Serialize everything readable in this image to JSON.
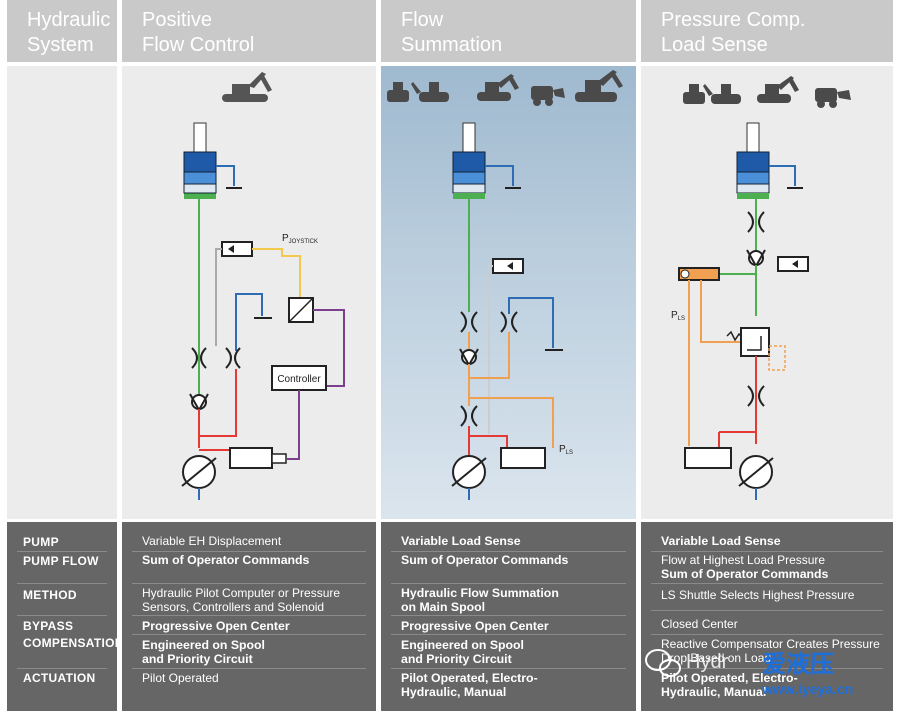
{
  "headers": {
    "col1": "Hydraulic\nSystem",
    "col2": "Positive\nFlow Control",
    "col3": "Flow\nSummation",
    "col4": "Pressure Comp.\nLoad Sense"
  },
  "row_labels": {
    "pump": "PUMP",
    "pump_flow": "PUMP FLOW",
    "method": "METHOD",
    "bypass": "BYPASS",
    "compensation": "COMPENSATION",
    "actuation": "ACTUATION"
  },
  "table": {
    "positive_flow": {
      "pump": "Variable EH Displacement",
      "pump_flow": "Sum of Operator Commands",
      "method": "Hydraulic Pilot Computer or Pressure Sensors, Controllers  and Solenoid",
      "bypass": "Progressive Open Center",
      "compensation": "Engineered on Spool and Priority Circuit",
      "actuation": "Pilot Operated"
    },
    "flow_summation": {
      "pump": "Variable Load Sense",
      "pump_flow": "Sum of Operator Commands",
      "method": "Hydraulic Flow Summation on Main Spool",
      "bypass": "Progressive Open Center",
      "compensation": "Engineered on Spool and Priority Circuit",
      "actuation": "Pilot Operated, Electro-Hydraulic, Manual"
    },
    "pressure_comp": {
      "pump": "Variable Load Sense",
      "pump_flow_1": "Flow at Highest Load Pressure",
      "pump_flow_2": "Sum of Operator Commands",
      "method": "LS Shuttle Selects Highest Pressure",
      "bypass": "Closed Center",
      "compensation": "Reactive Compensator Creates Pressure Drop Based on Load",
      "actuation": "Pilot Operated, Electro-Hydraulic, Manual"
    }
  },
  "diagram_labels": {
    "pjoystick_p": "P",
    "pjoystick_sub": "JOYSTICK",
    "controller": "Controller",
    "pls_p": "P",
    "pls_sub": "LS"
  },
  "watermark": {
    "brand": "Hydr",
    "cn": "爱液压",
    "url": "www.iyeya.cn"
  },
  "colors": {
    "header_bg": "#c9c9c9",
    "diagram_bg": "#ececec",
    "table_bg": "#666666",
    "green_line": "#4caf50",
    "red_line": "#e53935",
    "blue_line": "#2e6db4",
    "yellow_line": "#f2c94c",
    "orange_line": "#f0a050",
    "purple_line": "#7b3f8c",
    "cylinder_blue": "#1f5aa8"
  }
}
